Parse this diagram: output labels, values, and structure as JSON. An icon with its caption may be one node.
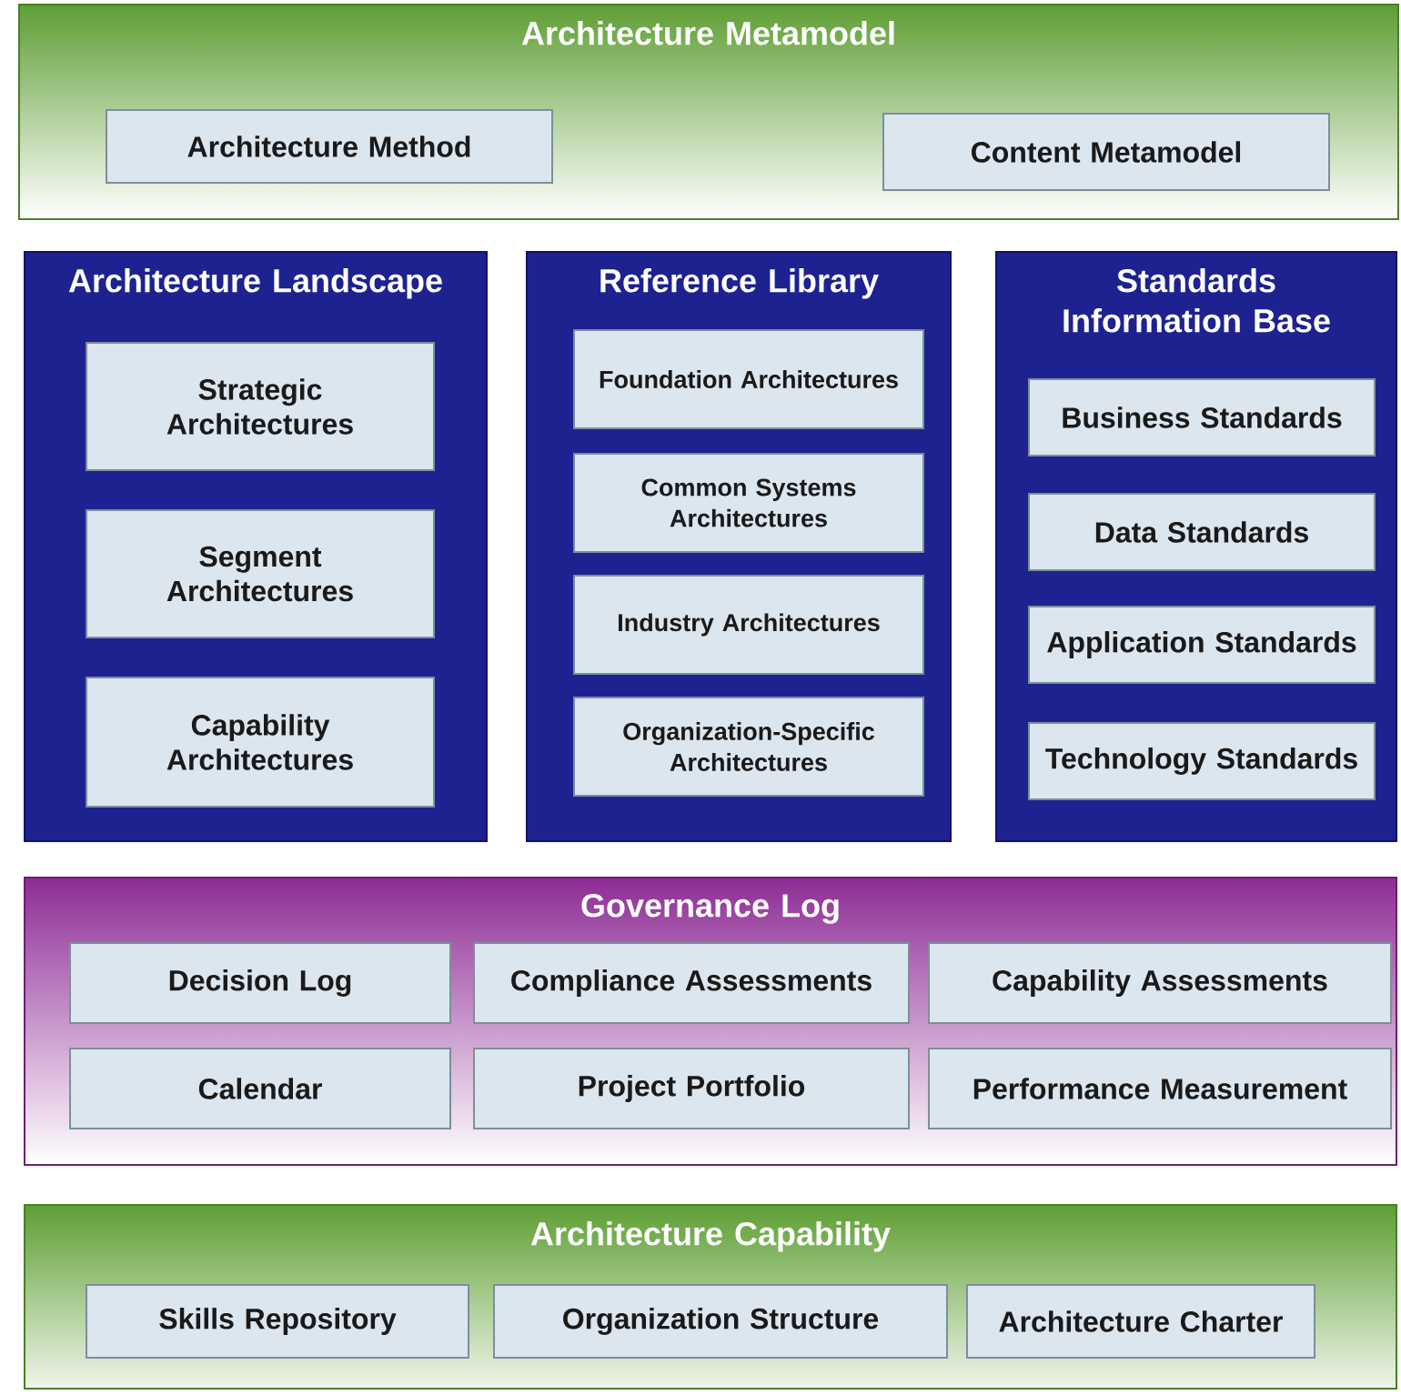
{
  "diagram": {
    "nodes": [
      {
        "text": [
          "Architecture Metamodel"
        ]
      },
      {
        "text": [
          "Architecture Method"
        ],
        "in": 0
      },
      {
        "text": [
          "Content Metamodel"
        ],
        "in": 0
      },
      {
        "text": [
          "Architecture Landscape"
        ]
      },
      {
        "text": [
          "Strategic Architectures"
        ],
        "in": 3
      },
      {
        "text": [
          "Segment Architectures"
        ],
        "in": 3
      },
      {
        "text": [
          "Capability Architectures"
        ],
        "in": 3
      },
      {
        "text": [
          "Reference Library"
        ]
      },
      {
        "text": [
          "Foundation Architectures"
        ],
        "in": 7
      },
      {
        "text": [
          "Common Systems Architectures"
        ],
        "in": 7
      },
      {
        "text": [
          "Industry Architectures"
        ],
        "in": 7
      },
      {
        "text": [
          "Organization-Specific Architectures"
        ],
        "in": 7
      },
      {
        "text": [
          "Standards Information Base"
        ]
      },
      {
        "text": [
          "Business Standards"
        ],
        "in": 12
      },
      {
        "text": [
          "Data Standards"
        ],
        "in": 12
      },
      {
        "text": [
          "Application Standards"
        ],
        "in": 12
      },
      {
        "text": [
          "Technology Standards"
        ],
        "in": 12
      },
      {
        "text": [
          "Governance Log"
        ]
      },
      {
        "text": [
          "Decision Log"
        ],
        "in": 17
      },
      {
        "text": [
          "Compliance Assessments"
        ],
        "in": 17
      },
      {
        "text": [
          "Capability Assessments"
        ],
        "in": 17
      },
      {
        "text": [
          "Calendar"
        ],
        "in": 17
      },
      {
        "text": [
          "Project Portfolio"
        ],
        "in": 17
      },
      {
        "text": [
          "Performance Measurement"
        ],
        "in": 17
      },
      {
        "text": [
          "Architecture Capability"
        ]
      },
      {
        "text": [
          "Skills Repository"
        ],
        "in": 24
      },
      {
        "text": [
          "Organization Structure"
        ],
        "in": 24
      },
      {
        "text": [
          "Architecture Charter"
        ],
        "in": 24
      }
    ]
  }
}
